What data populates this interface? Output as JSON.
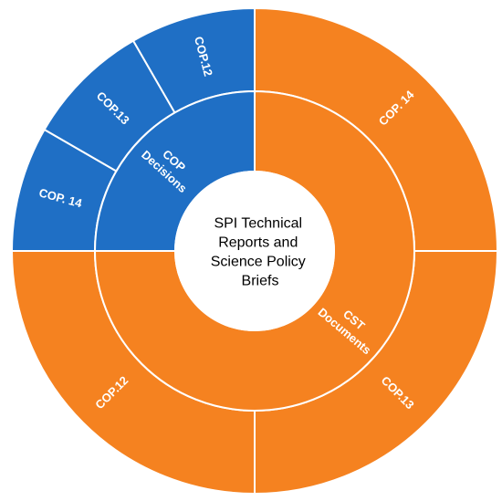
{
  "chart_data": {
    "type": "sunburst",
    "title": "",
    "center_text": [
      "SPI Technical",
      "Reports and",
      "Science Policy",
      "Briefs"
    ],
    "colors": {
      "cop_decisions": "#1f6fc5",
      "cst_documents": "#f58220",
      "separator": "#ffffff",
      "center": "#ffffff"
    },
    "inner_ring": [
      {
        "name": "COP Decisions",
        "label_lines": [
          "COP",
          "Decisions"
        ],
        "value": 3,
        "color_key": "cop_decisions"
      },
      {
        "name": "CST Documents",
        "label_lines": [
          "CST",
          "Documents"
        ],
        "value": 9,
        "color_key": "cst_documents"
      }
    ],
    "outer_ring": [
      {
        "parent": "COP Decisions",
        "label": "COP. 14",
        "value": 1,
        "color_key": "cop_decisions"
      },
      {
        "parent": "COP Decisions",
        "label": "COP.13",
        "value": 1,
        "color_key": "cop_decisions"
      },
      {
        "parent": "COP Decisions",
        "label": "COP.12",
        "value": 1,
        "color_key": "cop_decisions"
      },
      {
        "parent": "CST Documents",
        "label": "COP. 14",
        "value": 3,
        "color_key": "cst_documents"
      },
      {
        "parent": "CST Documents",
        "label": "COP.13",
        "value": 3,
        "color_key": "cst_documents"
      },
      {
        "parent": "CST Documents",
        "label": "COP.12",
        "value": 3,
        "color_key": "cst_documents"
      }
    ]
  }
}
